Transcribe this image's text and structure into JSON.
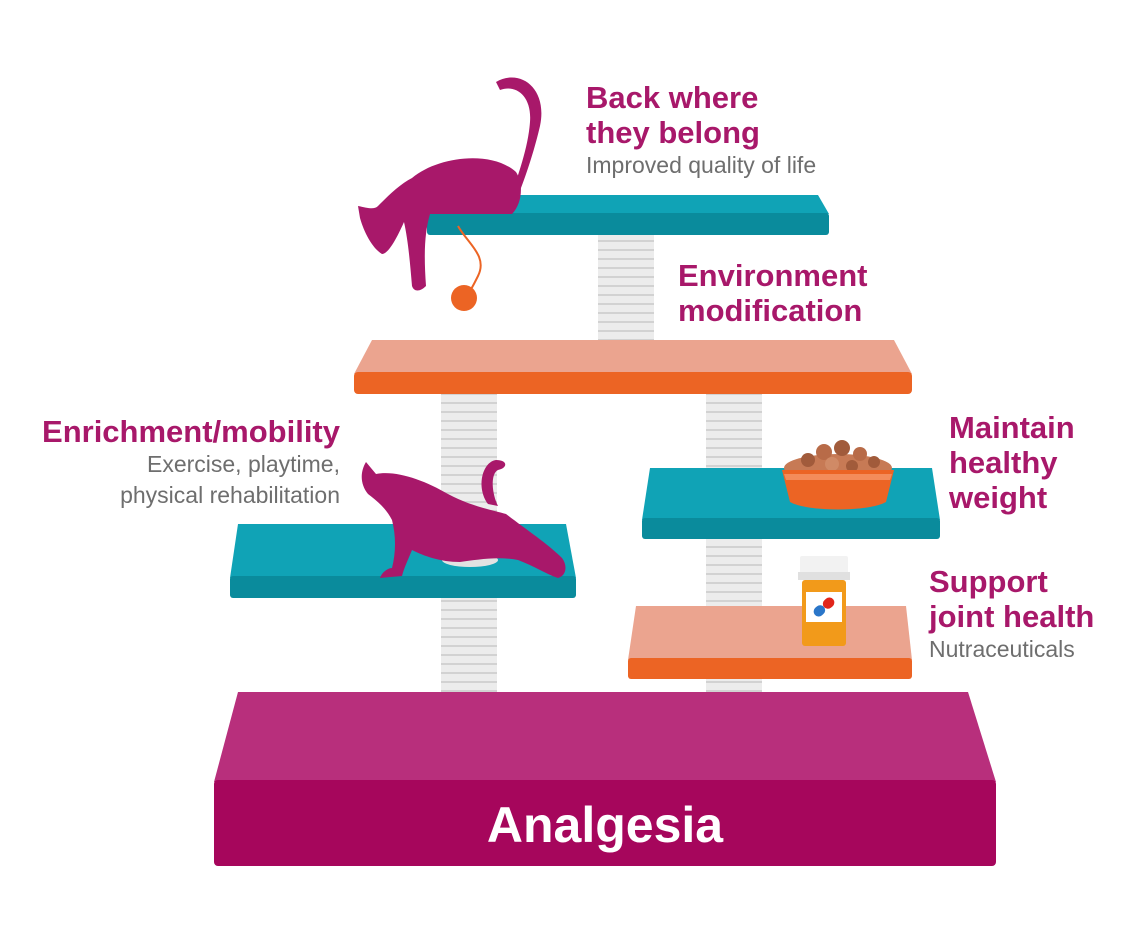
{
  "labels": {
    "back_where_title": "Back where they belong",
    "back_where_sub": "Improved quality of life",
    "environment_title": "Environment modification",
    "enrichment_title": "Enrichment/mobility",
    "enrichment_sub_1": "Exercise, playtime,",
    "enrichment_sub_2": "physical rehabilitation",
    "weight_title_1": "Maintain",
    "weight_title_2": "healthy",
    "weight_title_3": "weight",
    "joint_title_1": "Support",
    "joint_title_2": "joint health",
    "joint_sub": "Nutraceuticals",
    "base": "Analgesia"
  },
  "colors": {
    "magenta": "#a8186a",
    "base_top": "#b82f7c",
    "base_front": "#a6065c",
    "teal_top": "#10a3b6",
    "teal_front": "#0a8b9c",
    "salmon_top": "#eba48f",
    "orange_front": "#ec6424",
    "post": "#e9e9e9",
    "grey_text": "#6e6e6e"
  },
  "icons": [
    "cat-hanging-icon",
    "yarn-ball-icon",
    "cat-stretching-icon",
    "food-bowl-icon",
    "pill-bottle-icon"
  ]
}
